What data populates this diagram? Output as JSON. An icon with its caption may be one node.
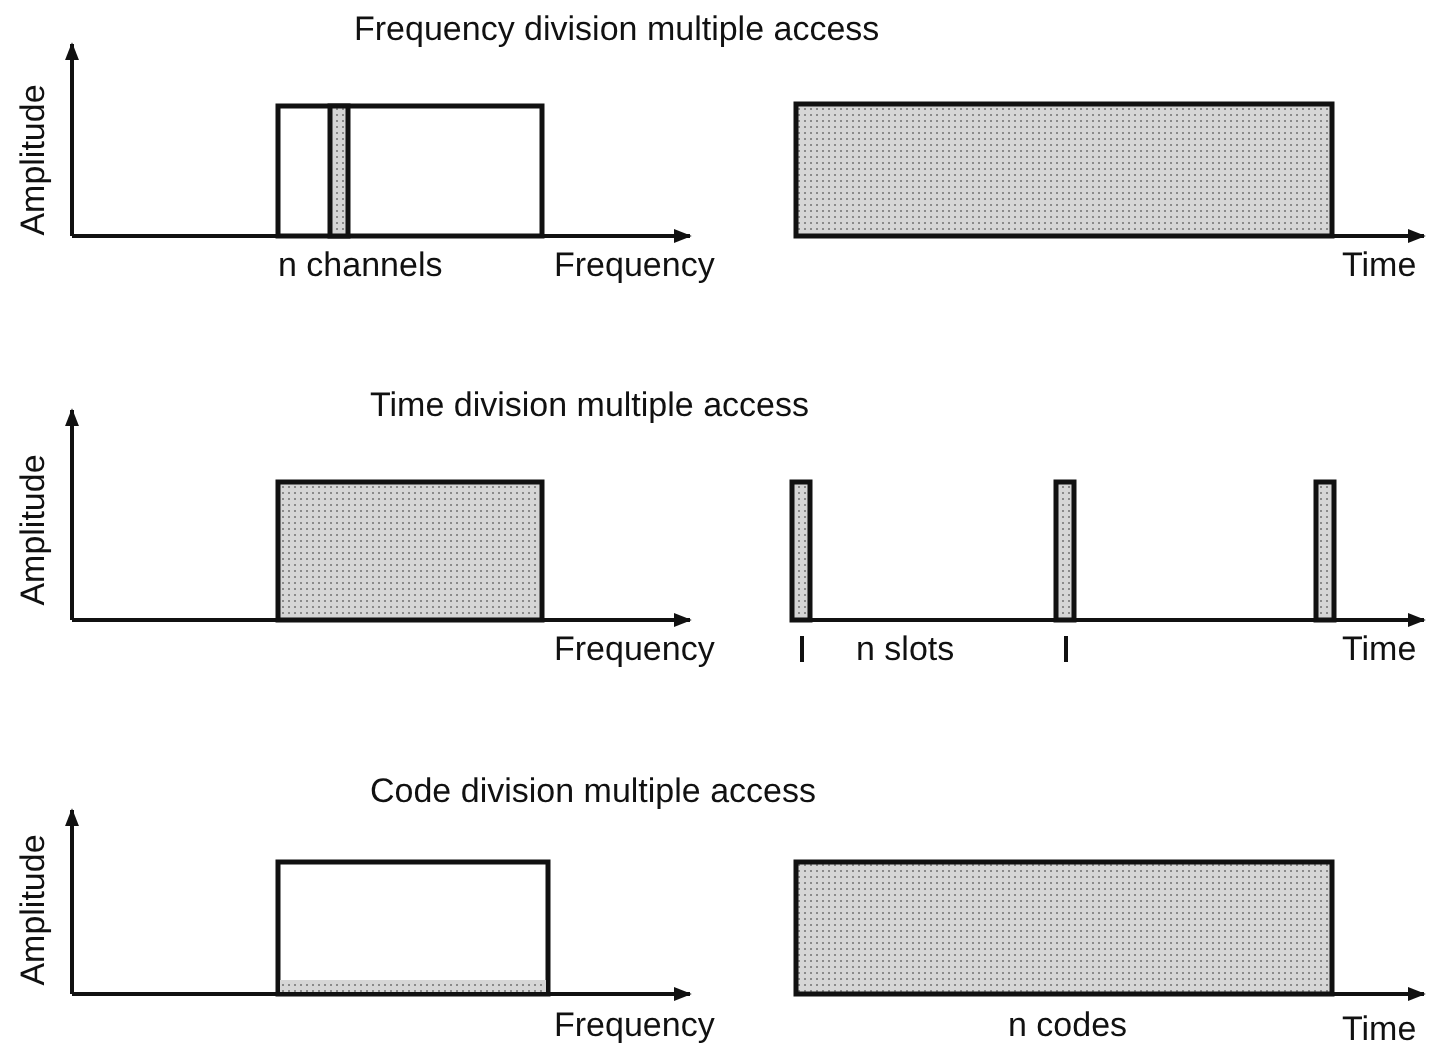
{
  "diagram": {
    "labels": [
      "Frequency division multiple access",
      "Amplitude",
      "n channels",
      "Frequency",
      "Time",
      "Time division multiple access",
      "Amplitude",
      "Frequency",
      "n slots",
      "Time",
      "Code division multiple access",
      "Amplitude",
      "Frequency",
      "n codes",
      "Time"
    ]
  }
}
